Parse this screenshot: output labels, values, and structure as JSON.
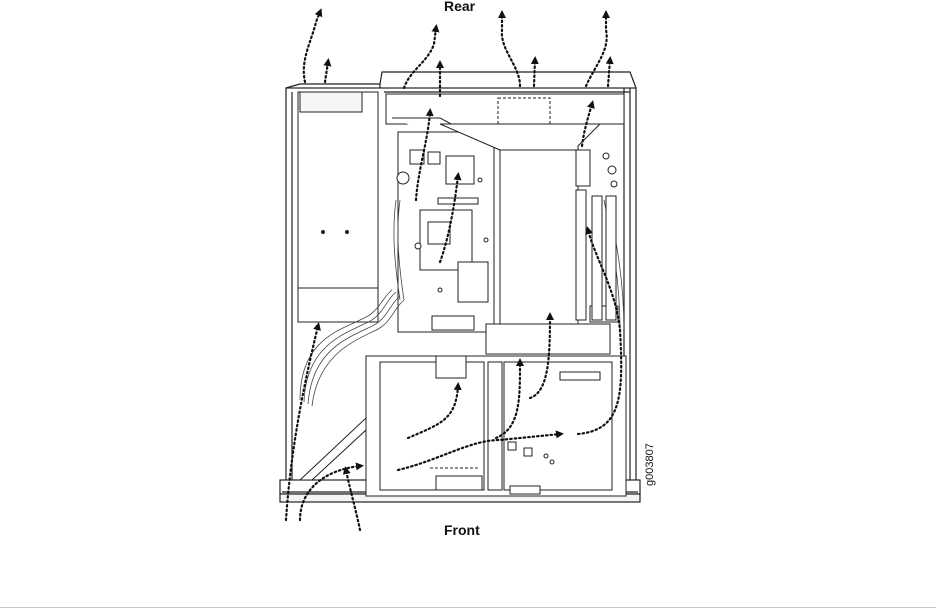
{
  "labels": {
    "rear": "Rear",
    "front": "Front",
    "figure_id": "g003807"
  },
  "colors": {
    "line": "#222222",
    "arrow": "#111111",
    "fill": "#ffffff",
    "shade": "#e9e9e9"
  }
}
